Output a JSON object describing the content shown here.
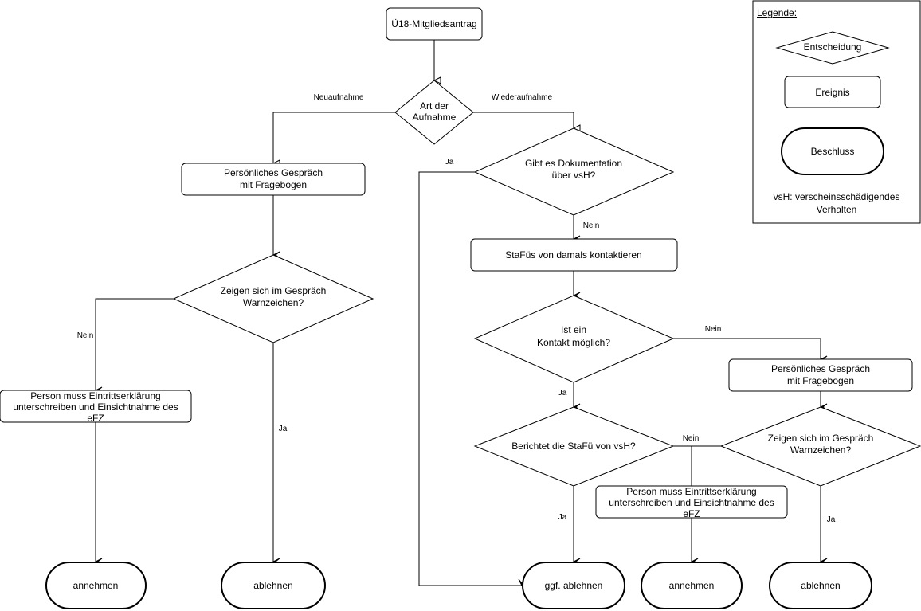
{
  "nodes": {
    "start": "Ü18-Mitgliedsantrag",
    "art_line1": "Art der",
    "art_line2": "Aufnahme",
    "gespraech_left_line1": "Persönliches Gespräch",
    "gespraech_left_line2": "mit Fragebogen",
    "warn_left_line1": "Zeigen sich im Gespräch",
    "warn_left_line2": "Warnzeichen?",
    "efz_left_line1": "Person muss Eintrittserklärung",
    "efz_left_line2": "unterschreiben und Einsichtnahme des",
    "efz_left_line3": "eFZ",
    "annehmen_left": "annehmen",
    "ablehnen_left": "ablehnen",
    "doku_line1": "Gibt es Dokumentation",
    "doku_line2": "über vsH?",
    "stafues": "StaFüs von damals kontaktieren",
    "kontakt_line1": "Ist ein",
    "kontakt_line2": "Kontakt möglich?",
    "berichtet": "Berichtet die StaFü von vsH?",
    "gespraech_right_line1": "Persönliches Gespräch",
    "gespraech_right_line2": "mit Fragebogen",
    "warn_right_line1": "Zeigen sich im Gespräch",
    "warn_right_line2": "Warnzeichen?",
    "efz_mid_line1": "Person muss Eintrittserklärung",
    "efz_mid_line2": "unterschreiben und Einsichtnahme des",
    "efz_mid_line3": "eFZ",
    "ggf_ablehnen": "ggf. ablehnen",
    "annehmen_mid": "annehmen",
    "ablehnen_right": "ablehnen"
  },
  "edge_labels": {
    "neuaufnahme": "Neuaufnahme",
    "wiederaufnahme": "Wiederaufnahme",
    "nein_left": "Nein",
    "ja_left": "Ja",
    "ja_doku": "Ja",
    "nein_doku": "Nein",
    "nein_kontakt": "Nein",
    "ja_kontakt": "Ja",
    "nein_berichtet": "Nein",
    "ja_berichtet": "Ja",
    "ja_warn_right": "Ja"
  },
  "legend": {
    "title": "Legende:",
    "entscheidung": "Entscheidung",
    "ereignis": "Ereignis",
    "beschluss": "Beschluss",
    "note_line1": "vsH: verscheinsschädigendes",
    "note_line2": "Verhalten"
  }
}
